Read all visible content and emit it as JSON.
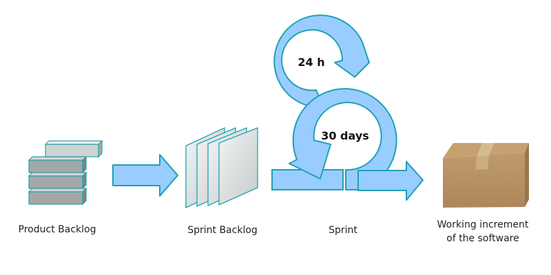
{
  "stages": {
    "product_backlog": "Product Backlog",
    "sprint_backlog": "Sprint Backlog",
    "sprint": "Sprint",
    "increment_line1": "Working increment",
    "increment_line2": "of the software"
  },
  "loops": {
    "daily": "24 h",
    "sprint": "30 days"
  },
  "colors": {
    "arrow_fill": "#99ccff",
    "arrow_stroke": "#1fa0b4",
    "sheet_fill": "#d8dcdc",
    "box_front": "#b58f63",
    "box_top": "#c49c6e",
    "box_side": "#9c7a53"
  }
}
